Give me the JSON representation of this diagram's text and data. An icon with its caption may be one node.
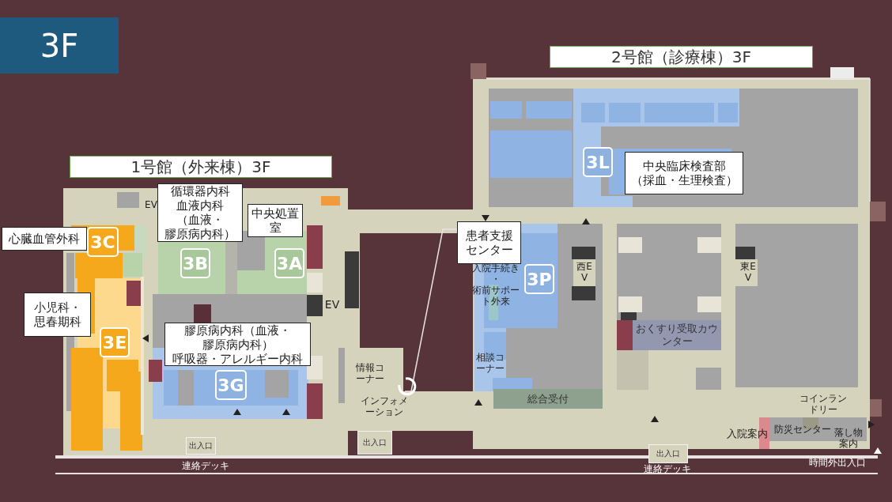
{
  "diagram": {
    "title": "3F",
    "nodes": [
      {
        "text": [
          "2号館（診療棟）3F"
        ]
      },
      {
        "text": [
          "1号館（外来棟）3F"
        ]
      },
      {
        "text": [
          "循環器内科",
          "血液内科（血液・膠原病内科）"
        ]
      },
      {
        "text": [
          "中央処置室"
        ]
      },
      {
        "text": [
          "心臓血管外科"
        ]
      },
      {
        "text": [
          "3C"
        ]
      },
      {
        "text": [
          "3B"
        ]
      },
      {
        "text": [
          "3A"
        ]
      },
      {
        "text": [
          "小児科・思春期科"
        ]
      },
      {
        "text": [
          "3E"
        ]
      },
      {
        "text": [
          "膠原病内科（血液・膠原病内科）",
          "呼吸器・アレルギー内科"
        ]
      },
      {
        "text": [
          "3G"
        ]
      },
      {
        "text": [
          "患者支援センター"
        ]
      },
      {
        "text": [
          "3P"
        ]
      },
      {
        "text": [
          "中央臨床検査部（採血・生理検査）"
        ]
      },
      {
        "text": [
          "3L"
        ]
      },
      {
        "text": [
          "おくすり受取カウンター"
        ]
      },
      {
        "text": [
          "総合受付"
        ]
      },
      {
        "text": [
          "出入口"
        ]
      },
      {
        "text": [
          "出入口"
        ]
      },
      {
        "text": [
          "出入口"
        ]
      }
    ],
    "labels": [
      "EV",
      "EV",
      "情報コーナー",
      "インフォメーション",
      "入院手続き・術前サポート外来",
      "相談コーナー",
      "西EV",
      "東EV",
      "コインランドリー",
      "入院案内",
      "防災センター",
      "落し物案内",
      "時間外出入口",
      "連絡デッキ",
      "連絡デッキ"
    ]
  }
}
